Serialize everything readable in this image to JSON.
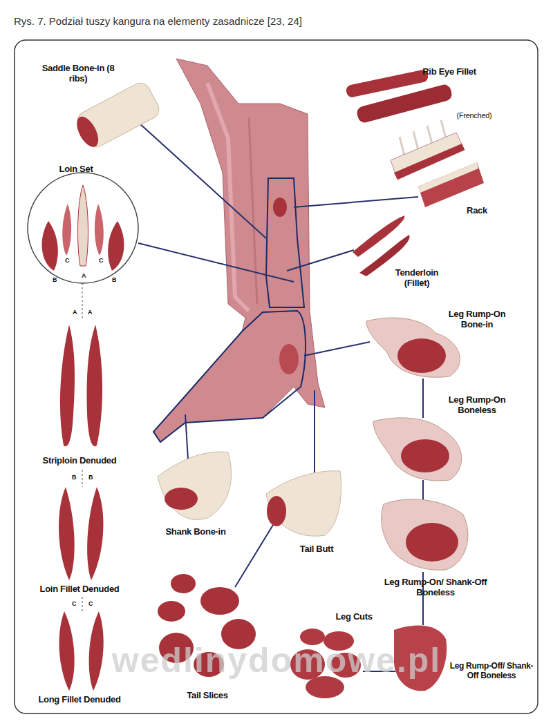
{
  "diagram": {
    "title": "Rys. 7. Podział tuszy kangura na elementy zasadnicze [23, 24]",
    "labels": [
      "Saddle Bone-in (8 ribs)",
      "Rib Eye Fillet",
      "(Frenched)",
      "Loin Set",
      "C",
      "C",
      "B",
      "A",
      "B",
      "Rack",
      "A",
      "A",
      "Tenderloin (Fillet)",
      "Leg Rump-On Bone-in",
      "Leg Rump-On Boneless",
      "Striploin Denuded",
      "B",
      "B",
      "Shank Bone-in",
      "Tail Butt",
      "Leg Rump-On/ Shank-Off Boneless",
      "Loin Fillet Denuded",
      "C",
      "C",
      "Leg Cuts",
      "Tail Slices",
      "Long Fillet Denuded",
      "Leg Rump-Off/ Shank-Off Boneless",
      "wedlinydomowe.pl"
    ]
  }
}
